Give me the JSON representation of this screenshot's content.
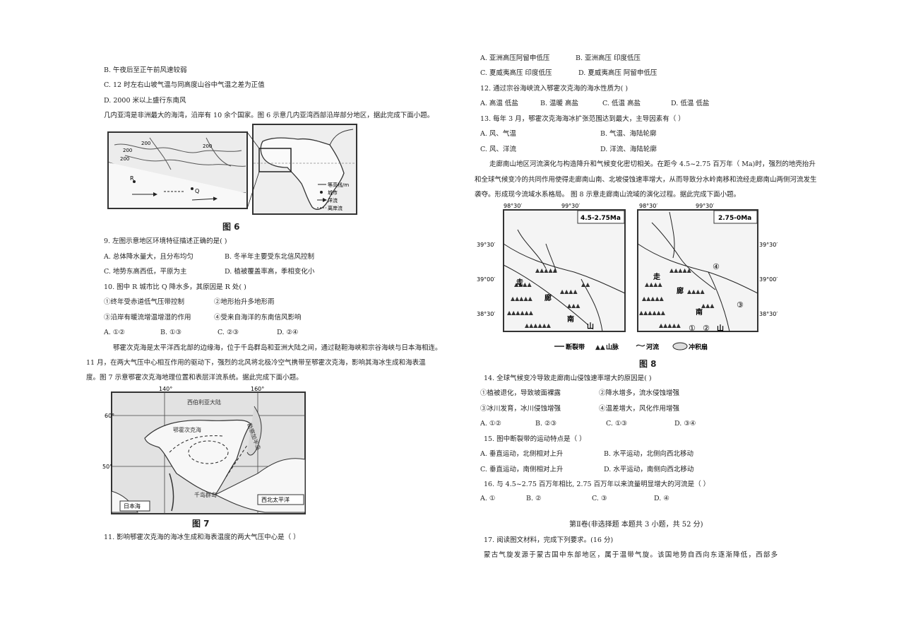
{
  "left": {
    "l1": "B.  午夜后至正午前风速较弱",
    "l2": "C.  12 时左右山坡气温与同高度山谷中气温之差为正值",
    "l3": "D.  2000 米以上盛行东南风",
    "intro6": "几内亚湾是非洲最大的海湾，沿岸有 10 余个国家。图 6 示意几内亚湾西部沿岸部分地区，据此完成下面小题。",
    "fig6": {
      "caption": "图 6",
      "contours": [
        "200",
        "200",
        "200",
        "200"
      ],
      "labels": [
        "R",
        "Q"
      ],
      "legend": [
        "等高线/m",
        "城市",
        "洋流",
        "离岸流"
      ]
    },
    "q9": "9.  左图示意地区环境特征描述正确的是( )",
    "q9a": "A.  总体降水量大，且分布均匀",
    "q9b": "B.  冬半年主要受东北信风控制",
    "q9c": "C.  地势东高西低，平原为主",
    "q9d": "D.  植被覆盖率高，季相变化小",
    "q10": "10.  图中 R 城市比 Q 降水多，其原因是 R 处( )",
    "q10o1": "①终年受赤道低气压带控制",
    "q10o2": "②地形抬升多地形雨",
    "q10o3": "③沿岸有暖流增温增湿的作用",
    "q10o4": "④受来自海洋的东南信风影响",
    "q10ans": [
      "A.  ①②",
      "B.  ①③",
      "C.  ②③",
      "D.  ②④"
    ],
    "intro7a": "鄂霍次克海是太平洋西北部的边缘海，位于千岛群岛和亚洲大陆之间，通过鞑靼海峡和宗谷海峡与日本海相连。",
    "intro7b": "11 月，在两大气压中心相互作用的驱动下，强烈的北风将北极冷空气携带至鄂霍次克海，影响其海冰生成和海表温",
    "intro7c": "度。图 7 示意鄂霍次克海地理位置和表层洋流系统。据此完成下面小题。",
    "fig7": {
      "caption": "图  7",
      "lon": [
        "140°",
        "160°"
      ],
      "lat": [
        "60°",
        "50°"
      ],
      "places": [
        "西伯利亚大陆",
        "鄂霍次克海",
        "勘察加半岛",
        "千岛群岛",
        "日本海",
        "西北太平洋"
      ]
    },
    "q11": "11.  影响鄂霍次克海的海冰生成和海表温度的两大气压中心是（ ）"
  },
  "right": {
    "r1a": "A.  亚洲高压阿留申低压",
    "r1b": "B.  亚洲高压  印度低压",
    "r2c": "C.  夏威夷高压  印度低压",
    "r2d": "D.  夏威夷高压  阿留申低压",
    "q12": "12.  通过宗谷海峡流入鄂霍次克海的海水性质为( )",
    "q12ans": [
      "A.  高温  低盐",
      "B.  温暖  高盐",
      "C.  低温  高盐",
      "D.  低温  低盐"
    ],
    "q13": "13.  每年 3 月，鄂霍次克海海冰扩张范围达到最大，主导因素有（ ）",
    "q13a": "A.  风、气温",
    "q13b": "B.  气温、海陆轮廓",
    "q13c": "C.  风、洋流",
    "q13d": "D.  洋流、海陆轮廓",
    "intro8a": "走廊南山地区河流演化与构造降升和气候变化密切相关。在距今 4.5~2.75 百万年（ Ma)时，强烈的地壳抬升",
    "intro8b": "和全球气候变冷的共同作用使得走廊南山南、北坡侵蚀速率增大，从而导致分水岭南移和流经走廊南山两侧河流发生",
    "intro8c": "袭夺。形成现今流域水系格局。   图 8 示意走廊南山流域的演化过程。据此完成下面小题。",
    "fig8": {
      "caption": "图  8",
      "panel1": "4.5-2.75Ma",
      "panel2": "2.75-0Ma",
      "lon": [
        "98°30′",
        "99°30′",
        "98°30′",
        "99°30′"
      ],
      "lat_left": [
        "39°30′",
        "39°00′",
        "38°30′"
      ],
      "lat_right": [
        "39°30′",
        "39°00′",
        "38°30′"
      ],
      "chars1": [
        "走",
        "廊",
        "南",
        "山"
      ],
      "chars2": [
        "走",
        "廊",
        "南",
        "山"
      ],
      "circles": [
        "①",
        "②",
        "③",
        "④"
      ],
      "legend": [
        "断裂带",
        "山脉",
        "河流",
        "冲积扇"
      ]
    },
    "q14": "14.  全球气候变冷导致走廊南山侵蚀速率增大的原因是( )",
    "q14o1": "①植被退化，导致坡面裸露",
    "q14o2": "②降水增多，流水侵蚀增强",
    "q14o3": "③冰川发育，冰川侵蚀增强",
    "q14o4": "④温差增大，风化作用增强",
    "q14ans": [
      "A.  ①②",
      "B.  ②③",
      "C.  ①③",
      "D.  ③④"
    ],
    "q15": "15.  图中断裂带的运动特点是（ ）",
    "q15a": "A.  垂直运动，北侧相对上升",
    "q15b": "B.  水平运动，北侧向西北移动",
    "q15c": "C.  垂直运动，南侧相对上升",
    "q15d": "D.  水平运动，南侧向西北移动",
    "q16": "16.  与 4.5~2.75 百万年相比, 2.75 百万年以来流量明显增大的河流是（ ）",
    "q16ans": [
      "A.  ①",
      "B.  ②",
      "C.  ③",
      "D.  ④"
    ],
    "part2": "第Ⅱ卷(非选择题  本题共 3 小题，共 52 分)",
    "q17": "17.  阅读图文材料，完成下列要求。(16 分)",
    "q17text": "蒙古气旋发源于蒙古国中东部地区，属于温带气旋。该国地势自西向东逐渐降低，西部多"
  }
}
